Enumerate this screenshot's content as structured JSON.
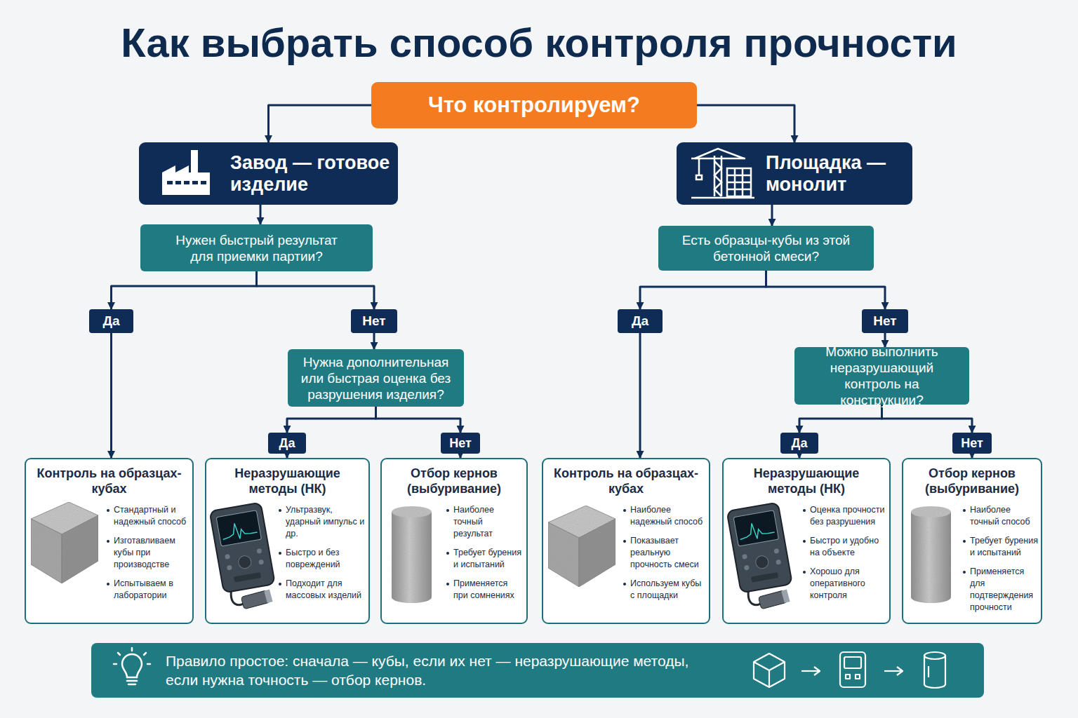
{
  "diagram": {
    "title": "Как выбрать способ контроля прочности",
    "nodes": [
      {
        "text": [
          "Что контролируем?"
        ]
      },
      {
        "text": [
          "Завод — готовое изделие"
        ]
      },
      {
        "text": [
          "Площадка — монолит"
        ]
      },
      {
        "text": [
          "Нужен быстрый результат для приемки партии?"
        ]
      },
      {
        "text": [
          "Есть образцы-кубы из этой бетонной смеси?"
        ]
      },
      {
        "text": [
          "Да"
        ]
      },
      {
        "text": [
          "Нет"
        ]
      },
      {
        "text": [
          "Да"
        ]
      },
      {
        "text": [
          "Нет"
        ]
      },
      {
        "text": [
          "Нужна дополнительная или быстрая оценка без разрушения изделия?"
        ]
      },
      {
        "text": [
          "Можно выполнить неразрушающий контроль на конструкции?"
        ]
      },
      {
        "text": [
          "Да"
        ]
      },
      {
        "text": [
          "Нет"
        ]
      },
      {
        "text": [
          "Да"
        ]
      },
      {
        "text": [
          "Нет"
        ]
      },
      {
        "text": [
          "Контроль на образцах-кубах",
          "Стандартный и надежный способ",
          "Изготавливаем кубы при производстве",
          "Испытываем в лаборатории"
        ]
      },
      {
        "text": [
          "Неразрушающие методы (НК)",
          "Ультразвук, ударный импульс и др.",
          "Быстро и без повреждений",
          "Подходит для массовых изделий"
        ]
      },
      {
        "text": [
          "Отбор кернов (выбуривание)",
          "Наиболее точный результат",
          "Требует бурения и испытаний",
          "Применяется при сомнениях"
        ]
      },
      {
        "text": [
          "Контроль на образцах-кубах",
          "Наиболее надежный способ",
          "Показывает реальную прочность смеси",
          "Используем кубы с площадки"
        ]
      },
      {
        "text": [
          "Неразрушающие методы (НК)",
          "Оценка прочности без разрушения",
          "Быстро и удобно на объекте",
          "Хорошо для оперативного контроля"
        ]
      },
      {
        "text": [
          "Отбор кернов (выбуривание)",
          "Наиболее точный способ",
          "Требует бурения и испытаний",
          "Применяется для подтверждения прочности"
        ]
      },
      {
        "text": [
          "Правило простое: сначала — кубы, если их нет — неразрушающие методы, если нужна точность — отбор кернов."
        ]
      }
    ],
    "edges": [
      {
        "from": 0,
        "to": 1,
        "arrow": "to"
      },
      {
        "from": 0,
        "to": 2,
        "arrow": "to"
      },
      {
        "from": 1,
        "to": 3,
        "arrow": "to"
      },
      {
        "from": 2,
        "to": 4,
        "arrow": "to"
      },
      {
        "from": 3,
        "to": 5,
        "arrow": "to"
      },
      {
        "from": 3,
        "to": 6,
        "arrow": "to"
      },
      {
        "from": 4,
        "to": 7,
        "arrow": "to"
      },
      {
        "from": 4,
        "to": 8,
        "arrow": "to"
      },
      {
        "from": 5,
        "to": 15,
        "arrow": "to"
      },
      {
        "from": 6,
        "to": 9,
        "arrow": "to"
      },
      {
        "from": 7,
        "to": 18,
        "arrow": "to"
      },
      {
        "from": 8,
        "to": 10,
        "arrow": "to"
      },
      {
        "from": 9,
        "to": 11,
        "arrow": "to"
      },
      {
        "from": 9,
        "to": 12,
        "arrow": "to"
      },
      {
        "from": 10,
        "to": 13,
        "arrow": "to"
      },
      {
        "from": 10,
        "to": 14,
        "arrow": "to"
      },
      {
        "from": 11,
        "to": 16,
        "arrow": "to"
      },
      {
        "from": 12,
        "to": 17,
        "arrow": "to"
      },
      {
        "from": 13,
        "to": 19,
        "arrow": "to"
      },
      {
        "from": 14,
        "to": 20,
        "arrow": "to"
      }
    ]
  }
}
